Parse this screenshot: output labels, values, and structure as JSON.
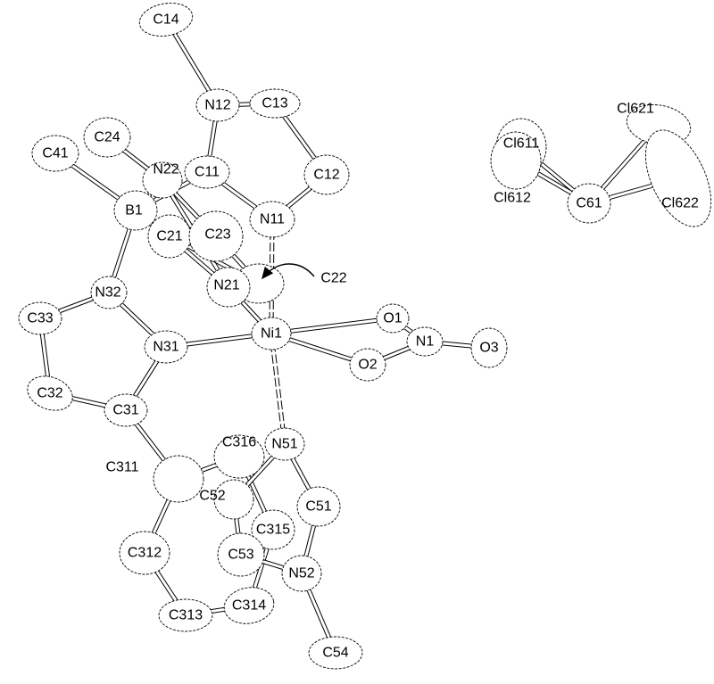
{
  "title": "ORTEP structure diagram",
  "atoms": [
    "C14",
    "N12",
    "C13",
    "C41",
    "C24",
    "N22",
    "C11",
    "C12",
    "B1",
    "C21",
    "C23",
    "N11",
    "C22",
    "N21",
    "N32",
    "C33",
    "N31",
    "Ni1",
    "O1",
    "N1",
    "O3",
    "O2",
    "C32",
    "C31",
    "C316",
    "N51",
    "C311",
    "C52",
    "C51",
    "C315",
    "C312",
    "C53",
    "N52",
    "C313",
    "C314",
    "C54",
    "Cl621",
    "Cl611",
    "C61",
    "Cl612",
    "Cl622"
  ],
  "bonds": [
    [
      "C14",
      "N12"
    ],
    [
      "N12",
      "C13"
    ],
    [
      "N12",
      "C11"
    ],
    [
      "C13",
      "C12"
    ],
    [
      "C12",
      "N11"
    ],
    [
      "C11",
      "N11"
    ],
    [
      "C11",
      "B1"
    ],
    [
      "B1",
      "C41"
    ],
    [
      "B1",
      "N22"
    ],
    [
      "N22",
      "C24"
    ],
    [
      "N22",
      "N21"
    ],
    [
      "N22",
      "C23"
    ],
    [
      "C23",
      "C22"
    ],
    [
      "C22",
      "C21"
    ],
    [
      "C21",
      "N21"
    ],
    [
      "B1",
      "C21"
    ],
    [
      "B1",
      "N32"
    ],
    [
      "N32",
      "C33"
    ],
    [
      "C33",
      "C32"
    ],
    [
      "C32",
      "C31"
    ],
    [
      "C31",
      "N31"
    ],
    [
      "N31",
      "N32"
    ],
    [
      "N31",
      "Ni1"
    ],
    [
      "N21",
      "Ni1"
    ],
    [
      "N11",
      "Ni1"
    ],
    [
      "N51",
      "Ni1"
    ],
    [
      "Ni1",
      "O1"
    ],
    [
      "Ni1",
      "O2"
    ],
    [
      "O1",
      "N1"
    ],
    [
      "O2",
      "N1"
    ],
    [
      "N1",
      "O3"
    ],
    [
      "C31",
      "C311"
    ],
    [
      "C311",
      "C316"
    ],
    [
      "C311",
      "C312"
    ],
    [
      "C312",
      "C313"
    ],
    [
      "C313",
      "C314"
    ],
    [
      "C314",
      "C315"
    ],
    [
      "C315",
      "C316"
    ],
    [
      "N51",
      "C51"
    ],
    [
      "C51",
      "N52"
    ],
    [
      "N52",
      "C53"
    ],
    [
      "C53",
      "C52"
    ],
    [
      "C52",
      "N51"
    ],
    [
      "N52",
      "C54"
    ],
    [
      "C61",
      "Cl611"
    ],
    [
      "C61",
      "Cl612"
    ],
    [
      "C61",
      "Cl621"
    ],
    [
      "C61",
      "Cl622"
    ]
  ],
  "callout": {
    "label": "C22"
  }
}
